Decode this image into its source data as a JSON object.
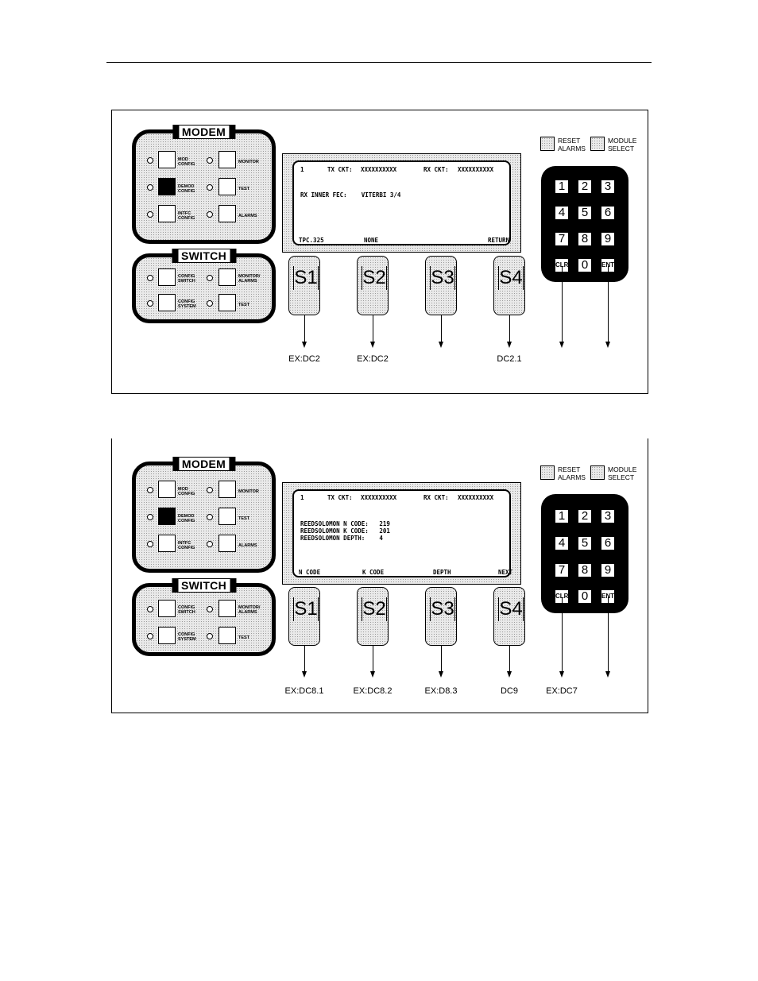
{
  "modem_panel": {
    "title": "MODEM",
    "buttons": [
      {
        "label": "MOD\nCONFIG"
      },
      {
        "label": "DEMOD\nCONFIG"
      },
      {
        "label": "INTFC\nCONFIG"
      },
      {
        "label": "MONITOR"
      },
      {
        "label": "TEST"
      },
      {
        "label": "ALARMS"
      }
    ]
  },
  "switch_panel": {
    "title": "SWITCH",
    "buttons": [
      {
        "label": "CONFIG\nSWITCH"
      },
      {
        "label": "CONFIG\nSYSTEM"
      },
      {
        "label": "MONITOR/\nALARMS"
      },
      {
        "label": "TEST"
      }
    ]
  },
  "top_buttons": {
    "reset": "RESET\nALARMS",
    "module": "MODULE\nSELECT"
  },
  "soft_keys": [
    "S1",
    "S2",
    "S3",
    "S4"
  ],
  "keypad": [
    "1",
    "2",
    "3",
    "4",
    "5",
    "6",
    "7",
    "8",
    "9",
    "CLR",
    "0",
    "ENT"
  ],
  "figures": [
    {
      "display": {
        "header": [
          "1",
          "TX CKT:",
          "XXXXXXXXXX",
          "RX CKT:",
          "XXXXXXXXXX"
        ],
        "body": [
          "RX INNER FEC:    VITERBI 3/4"
        ],
        "softkeys": [
          "TPC.325",
          "NONE",
          "",
          "RETURN"
        ]
      },
      "refs": [
        "EX:DC2",
        "EX:DC2",
        "",
        "DC2.1",
        "",
        ""
      ]
    },
    {
      "display": {
        "header": [
          "1",
          "TX CKT:",
          "XXXXXXXXXX",
          "RX CKT:",
          "XXXXXXXXXX"
        ],
        "body": [
          "REEDSOLOMON N CODE:   219",
          "REEDSOLOMON K CODE:   201",
          "REEDSOLOMON DEPTH:    4"
        ],
        "softkeys": [
          "N CODE",
          "K CODE",
          "DEPTH",
          "NEXT"
        ]
      },
      "refs": [
        "EX:DC8.1",
        "EX:DC8.2",
        "EX:D8.3",
        "DC9",
        "EX:DC7",
        ""
      ]
    }
  ]
}
